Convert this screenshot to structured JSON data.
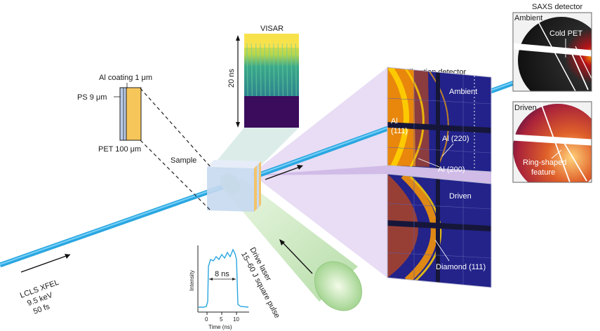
{
  "source": {
    "lines": [
      "LCLS XFEL",
      "9.5 keV",
      "50 fs"
    ]
  },
  "target": {
    "al_coating": "Al coating 1 μm",
    "ps": "PS 9 μm",
    "pet": "PET 100 μm"
  },
  "sample_label": "Sample",
  "visar": {
    "title": "VISAR",
    "time_label": "20 ns"
  },
  "drive_laser": {
    "lines": [
      "Drive laser",
      "15–60 J square pulse"
    ]
  },
  "pulse_plot": {
    "xlabel": "Time (ns)",
    "ylabel": "Intensity",
    "width_label": "8 ns",
    "xticks": [
      "0",
      "5",
      "10"
    ]
  },
  "diffraction": {
    "title": "Diffraction detector",
    "ambient": "Ambient",
    "driven": "Driven",
    "al111_lines": [
      "Al",
      "(111)"
    ],
    "al220": "Al (220)",
    "al200": "Al (200)",
    "diamond": "Diamond (111)"
  },
  "saxs": {
    "title": "SAXS detector",
    "ambient": "Ambient",
    "driven": "Driven",
    "cold_pet": "Cold PET",
    "ring_lines": [
      "Ring-shaped",
      "feature"
    ]
  },
  "colors": {
    "beam": "#2aa6e0",
    "laser": "#a9d99a",
    "pet": "#f6c65a",
    "ps": "#b9cbe8",
    "detector_bg": "#23238a",
    "signal": "#ffb000"
  }
}
